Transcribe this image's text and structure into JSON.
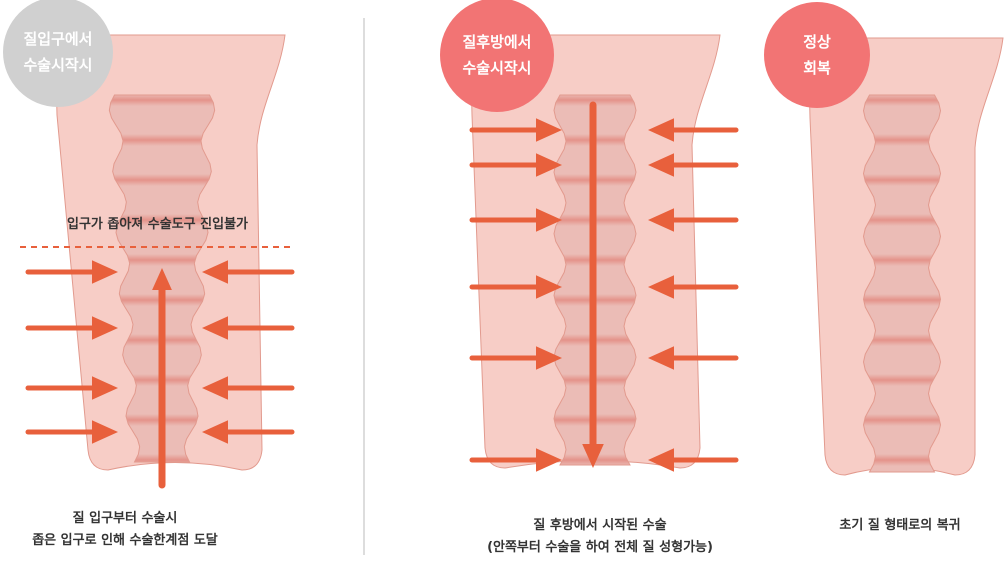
{
  "colors": {
    "arrow": "#e8603c",
    "gray_badge": "#d0d0d0",
    "red_badge": "#f27474",
    "tissue": "#f7cdc6",
    "canal": "#ebbab3"
  },
  "panels": [
    {
      "badge": [
        "질입구에서",
        "수술시작시"
      ],
      "note": "입구가 좁아져 수술도구  진입불가",
      "caption": [
        "질 입구부터 수술시",
        "좁은 입구로 인해 수술한계점 도달"
      ]
    },
    {
      "badge": [
        "질후방에서",
        "수술시작시"
      ],
      "caption": [
        "질 후방에서 시작된 수술",
        "(안쪽부터 수술을 하여 전체 질 성형가능)"
      ]
    },
    {
      "badge": [
        "정상",
        "회복"
      ],
      "caption": [
        "초기 질 형태로의 복귀"
      ]
    }
  ]
}
